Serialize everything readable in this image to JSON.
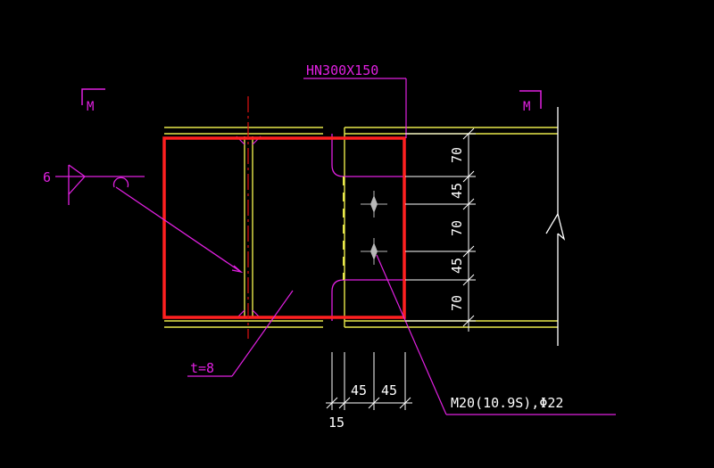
{
  "colors": {
    "background": "#000000",
    "beam_outline": "#e8e84a",
    "annotation": "#e020e0",
    "highlight": "#ff2020",
    "text_white": "#ffffff",
    "section_axis": "#e01010",
    "bolt": "#b8b8b8"
  },
  "labels": {
    "section_marker_left": "M",
    "section_marker_right": "M",
    "beam_spec": "HN300X150",
    "weld_size": "6",
    "plate_thickness": "t=8",
    "bolt_spec": "M20(10.9S),Φ22"
  },
  "dimensions": {
    "vertical": [
      "70",
      "45",
      "70",
      "45",
      "70"
    ],
    "horizontal": [
      "45",
      "45"
    ],
    "gap": "15"
  }
}
